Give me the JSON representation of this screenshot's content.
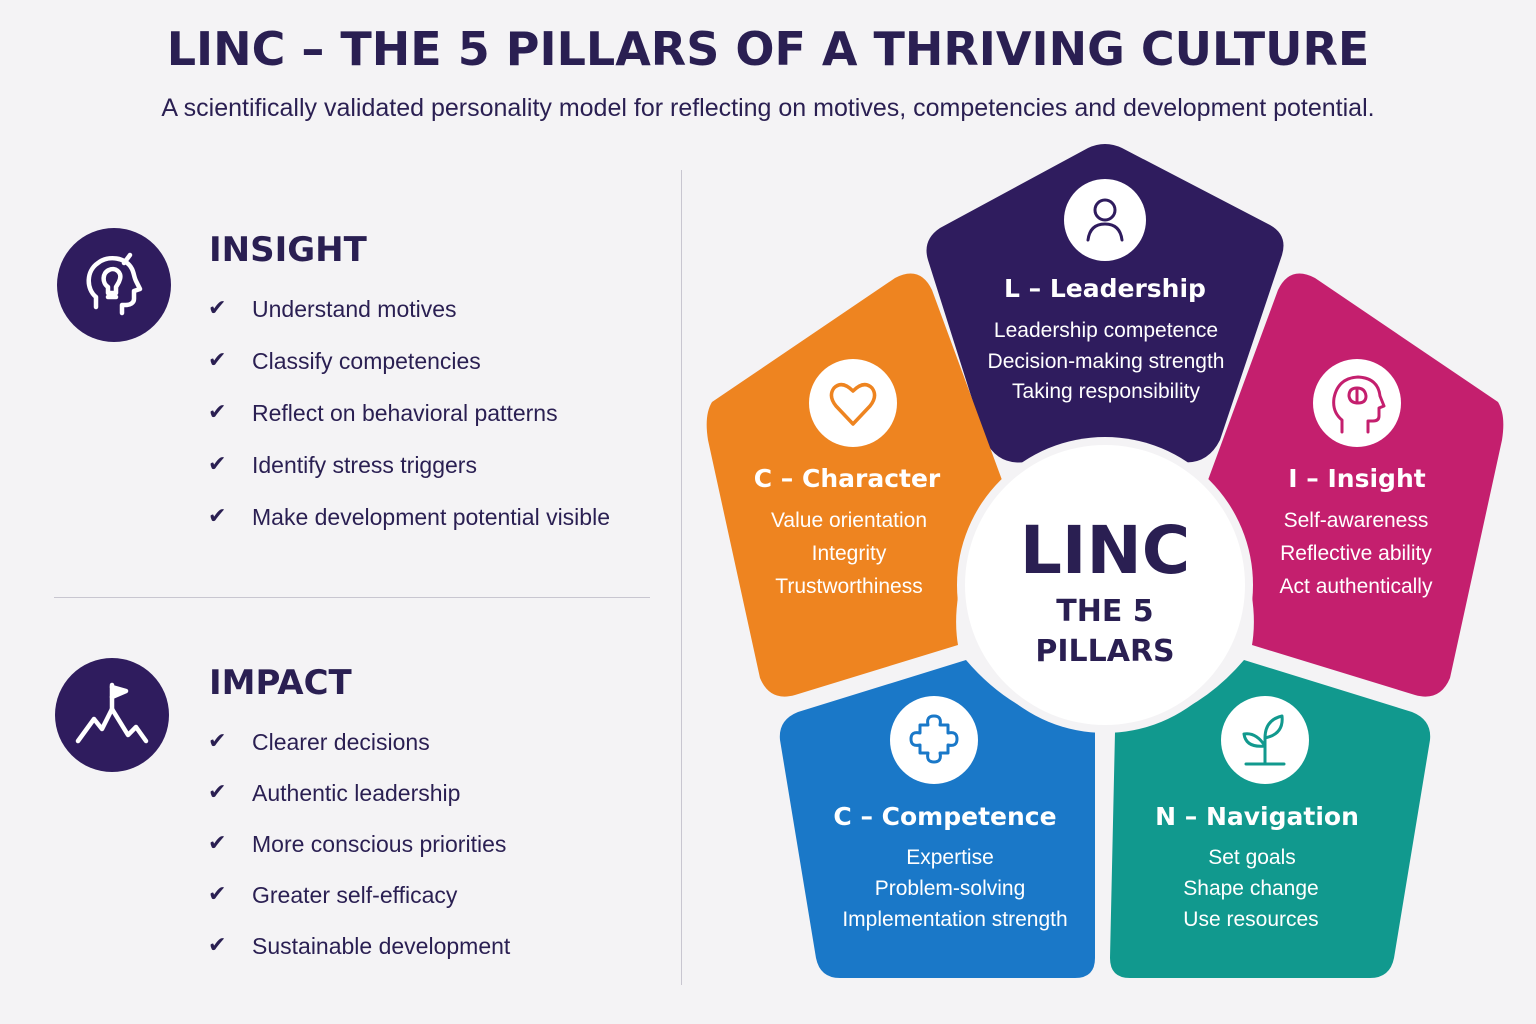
{
  "header": {
    "title": "LINC – THE 5 PILLARS OF A THRIVING CULTURE",
    "subtitle": "A scientifically validated personality model for reflecting on motives, competencies and development potential."
  },
  "sections": [
    {
      "title": "INSIGHT",
      "icon": "head-lightbulb-icon",
      "items": [
        "Understand motives",
        "Classify competencies",
        "Reflect on behavioral patterns",
        "Identify stress triggers",
        "Make development potential visible"
      ]
    },
    {
      "title": "IMPACT",
      "icon": "mountain-flag-icon",
      "items": [
        "Clearer decisions",
        "Authentic leadership",
        "More conscious priorities",
        "Greater self-efficacy",
        "Sustainable development"
      ]
    }
  ],
  "diagram": {
    "center": {
      "main": "LINC",
      "line1": "THE 5",
      "line2": "PILLARS"
    },
    "pillars": [
      {
        "key": "leadership",
        "label": "L – Leadership",
        "items": [
          "Leadership competence",
          "Decision-making strength",
          "Taking responsibility"
        ],
        "color": "#2f1c5e",
        "icon": "person-icon"
      },
      {
        "key": "insight",
        "label": "I – Insight",
        "items": [
          "Self-awareness",
          "Reflective ability",
          "Act authentically"
        ],
        "color": "#c41f6e",
        "icon": "brain-head-icon"
      },
      {
        "key": "navigation",
        "label": "N – Navigation",
        "items": [
          "Set goals",
          "Shape change",
          "Use resources"
        ],
        "color": "#11998e",
        "icon": "sprout-icon"
      },
      {
        "key": "competence",
        "label": "C – Competence",
        "items": [
          "Expertise",
          "Problem-solving",
          "Implementation strength"
        ],
        "color": "#1a78c8",
        "icon": "puzzle-icon"
      },
      {
        "key": "character",
        "label": "C – Character",
        "items": [
          "Value orientation",
          "Integrity",
          "Trustworthiness"
        ],
        "color": "#ee8420",
        "icon": "heart-icon"
      }
    ]
  },
  "check_glyph": "✔"
}
